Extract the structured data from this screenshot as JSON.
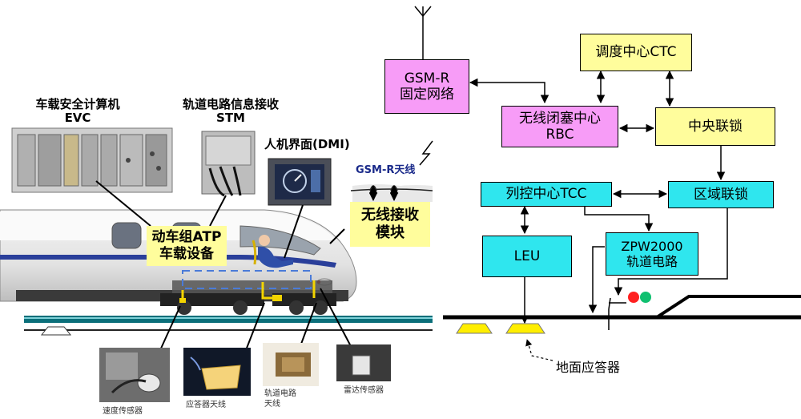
{
  "left": {
    "evc": {
      "line1": "车载安全计算机",
      "line2": "EVC"
    },
    "stm": {
      "line1": "轨道电路信息接收",
      "line2": "STM"
    },
    "dmi": {
      "label": "人机界面(DMI)"
    },
    "gsmr_antenna": {
      "label": "GSM-R天线"
    },
    "atp": {
      "line1": "动车组ATP",
      "line2": "车载设备"
    },
    "radio_module": {
      "line1": "无线接收",
      "line2": "模块"
    },
    "photos": [
      {
        "label": "速度传感器"
      },
      {
        "label": "应答器天线"
      },
      {
        "label1": "轨道电路",
        "label2": "天线"
      },
      {
        "label": "雷达传感器"
      }
    ]
  },
  "right": {
    "gsmr_net": {
      "line1": "GSM-R",
      "line2": "固定网络"
    },
    "ctc": {
      "label": "调度中心CTC"
    },
    "rbc": {
      "line1": "无线闭塞中心",
      "line2": "RBC"
    },
    "central_interlock": {
      "label": "中央联锁"
    },
    "tcc": {
      "label": "列控中心TCC"
    },
    "zone_interlock": {
      "label": "区域联锁"
    },
    "leu": {
      "label": "LEU"
    },
    "zpw": {
      "line1": "ZPW2000",
      "line2": "轨道电路"
    },
    "ground_balise": {
      "label": "地面应答器"
    }
  },
  "colors": {
    "pink": "#f79cf7",
    "yellow": "#fffd9c",
    "cyan": "#2fe6ee",
    "balise": "#ffee00",
    "signal_red": "#ff2020",
    "signal_green": "#10c070",
    "rail": "#000000",
    "left_rail": "#0b6f7a"
  }
}
